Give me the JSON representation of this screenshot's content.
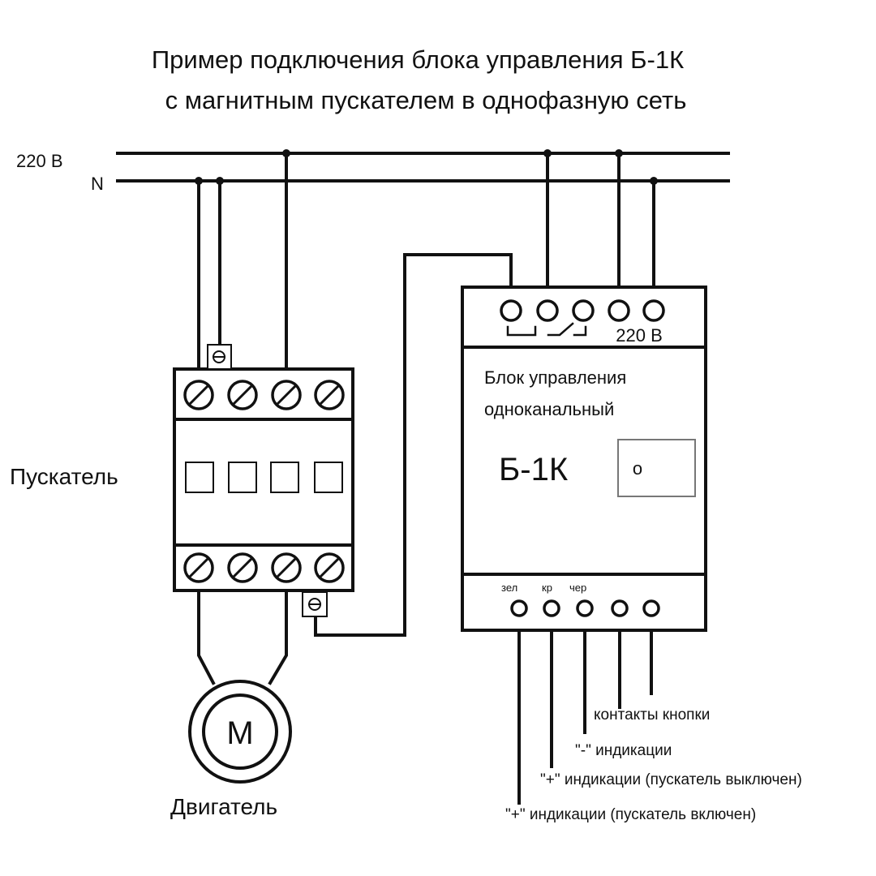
{
  "title": {
    "line1": "Пример подключения блока управления Б-1К",
    "line2": "с магнитным пускателем в однофазную сеть"
  },
  "mains": {
    "phase_label": "220 В",
    "neutral_label": "N"
  },
  "starter": {
    "label": "Пускатель"
  },
  "motor": {
    "symbol": "М",
    "label": "Двигатель"
  },
  "control_unit": {
    "supply_label": "220 В",
    "name_line1": "Блок управления",
    "name_line2": "одноканальный",
    "model": "Б-1К",
    "indicator": "о",
    "wire_color_green": "зел",
    "wire_color_red": "кр",
    "wire_color_black": "чер"
  },
  "terminal_notes": {
    "button_contacts": "контакты кнопки",
    "minus_indication": "\"-\" индикации",
    "plus_off": "\"+\" индикации (пускатель выключен)",
    "plus_on": "\"+\" индикации (пускатель включен)"
  }
}
